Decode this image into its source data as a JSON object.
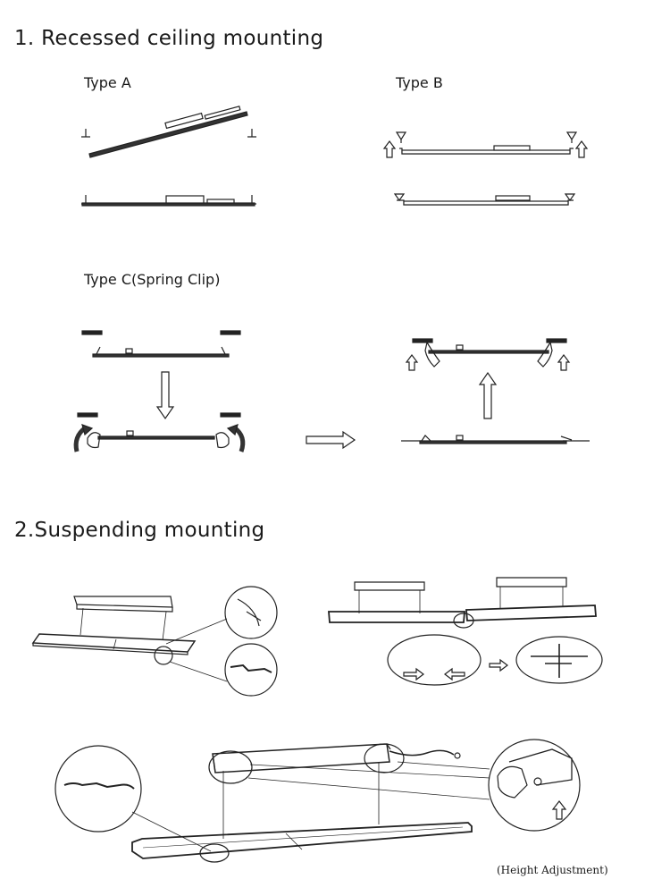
{
  "sections": {
    "recessed": {
      "title": "1. Recessed ceiling mounting",
      "type_a": "Type A",
      "type_b": "Type B",
      "type_c": "Type C(Spring Clip)"
    },
    "suspending": {
      "title": "2.Suspending mounting",
      "caption": "(Height Adjustment)"
    }
  }
}
